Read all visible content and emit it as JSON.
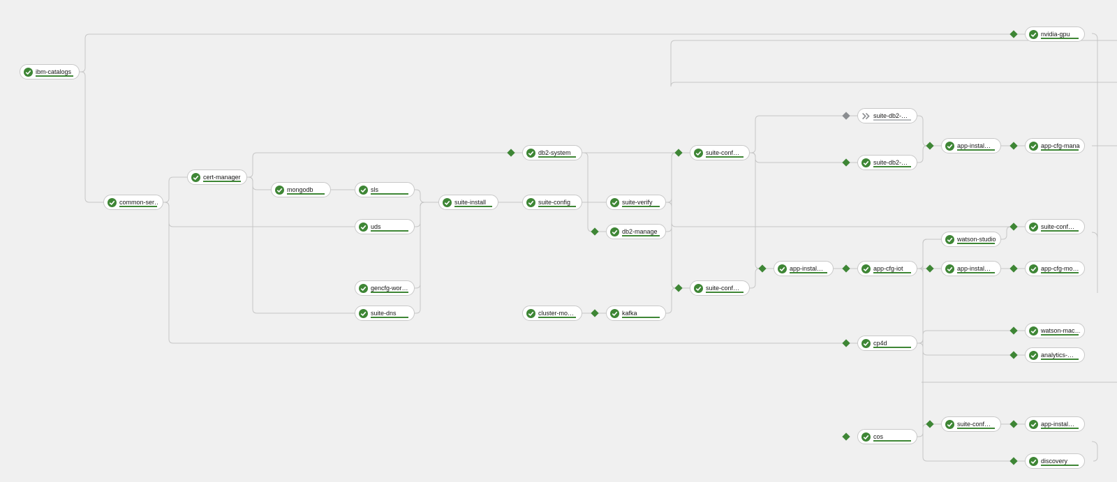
{
  "pipeline": {
    "tasks": [
      {
        "id": "ibm-catalogs",
        "label": "ibm-catalogs",
        "status": "succeeded",
        "status_icon": "check-circle-icon"
      },
      {
        "id": "common-services",
        "label": "common-ser…",
        "status": "succeeded",
        "status_icon": "check-circle-icon"
      },
      {
        "id": "cert-manager",
        "label": "cert-manager",
        "status": "succeeded",
        "status_icon": "check-circle-icon"
      },
      {
        "id": "mongodb",
        "label": "mongodb",
        "status": "succeeded",
        "status_icon": "check-circle-icon"
      },
      {
        "id": "sls",
        "label": "sls",
        "status": "succeeded",
        "status_icon": "check-circle-icon"
      },
      {
        "id": "uds",
        "label": "uds",
        "status": "succeeded",
        "status_icon": "check-circle-icon"
      },
      {
        "id": "gencfg-workspace",
        "label": "gencfg-wor…",
        "status": "succeeded",
        "status_icon": "check-circle-icon"
      },
      {
        "id": "suite-dns",
        "label": "suite-dns",
        "status": "succeeded",
        "status_icon": "check-circle-icon"
      },
      {
        "id": "suite-install",
        "label": "suite-install",
        "status": "succeeded",
        "status_icon": "check-circle-icon"
      },
      {
        "id": "db2-system",
        "label": "db2-system",
        "status": "succeeded",
        "status_icon": "check-circle-icon"
      },
      {
        "id": "suite-config",
        "label": "suite-config",
        "status": "succeeded",
        "status_icon": "check-circle-icon"
      },
      {
        "id": "cluster-monitoring",
        "label": "cluster-mo…",
        "status": "succeeded",
        "status_icon": "check-circle-icon"
      },
      {
        "id": "suite-verify",
        "label": "suite-verify",
        "status": "succeeded",
        "status_icon": "check-circle-icon"
      },
      {
        "id": "db2-manage",
        "label": "db2-manage",
        "status": "succeeded",
        "status_icon": "check-circle-icon"
      },
      {
        "id": "kafka",
        "label": "kafka",
        "status": "succeeded",
        "status_icon": "check-circle-icon"
      },
      {
        "id": "suite-conf-1",
        "label": "suite-conf…",
        "status": "succeeded",
        "status_icon": "check-circle-icon"
      },
      {
        "id": "suite-conf-2",
        "label": "suite-conf…",
        "status": "succeeded",
        "status_icon": "check-circle-icon"
      },
      {
        "id": "app-install-1",
        "label": "app-instal…",
        "status": "succeeded",
        "status_icon": "check-circle-icon"
      },
      {
        "id": "suite-db2-1",
        "label": "suite-db2-…",
        "status": "skipped",
        "status_icon": "skipped-chevrons-icon"
      },
      {
        "id": "suite-db2-2",
        "label": "suite-db2-…",
        "status": "succeeded",
        "status_icon": "check-circle-icon"
      },
      {
        "id": "app-cfg-iot",
        "label": "app-cfg-iot",
        "status": "succeeded",
        "status_icon": "check-circle-icon"
      },
      {
        "id": "cp4d",
        "label": "cp4d",
        "status": "succeeded",
        "status_icon": "check-circle-icon"
      },
      {
        "id": "cos",
        "label": "cos",
        "status": "succeeded",
        "status_icon": "check-circle-icon"
      },
      {
        "id": "app-install-2",
        "label": "app-instal…",
        "status": "succeeded",
        "status_icon": "check-circle-icon"
      },
      {
        "id": "watson-studio",
        "label": "watson-studio",
        "status": "succeeded",
        "status_icon": "check-circle-icon"
      },
      {
        "id": "app-install-3",
        "label": "app-instal…",
        "status": "succeeded",
        "status_icon": "check-circle-icon"
      },
      {
        "id": "suite-conf-3",
        "label": "suite-conf…",
        "status": "succeeded",
        "status_icon": "check-circle-icon"
      },
      {
        "id": "nvidia-gpu",
        "label": "nvidia-gpu",
        "status": "succeeded",
        "status_icon": "check-circle-icon"
      },
      {
        "id": "app-cfg-manage",
        "label": "app-cfg-manage",
        "status": "succeeded",
        "status_icon": "check-circle-icon"
      },
      {
        "id": "suite-conf-4",
        "label": "suite-conf…",
        "status": "succeeded",
        "status_icon": "check-circle-icon"
      },
      {
        "id": "app-cfg-mo",
        "label": "app-cfg-mo…",
        "status": "succeeded",
        "status_icon": "check-circle-icon"
      },
      {
        "id": "watson-mac",
        "label": "watson-mac…",
        "status": "succeeded",
        "status_icon": "check-circle-icon"
      },
      {
        "id": "analytics",
        "label": "analytics-…",
        "status": "succeeded",
        "status_icon": "check-circle-icon"
      },
      {
        "id": "app-install-4",
        "label": "app-instal…",
        "status": "succeeded",
        "status_icon": "check-circle-icon"
      },
      {
        "id": "discovery",
        "label": "discovery",
        "status": "succeeded",
        "status_icon": "check-circle-icon"
      }
    ],
    "colors": {
      "success": "#3e8635",
      "skipped": "#8a8d90",
      "edge": "#c6c6c6",
      "node_border": "#c8c8c8",
      "background": "#f0f0f0"
    }
  }
}
